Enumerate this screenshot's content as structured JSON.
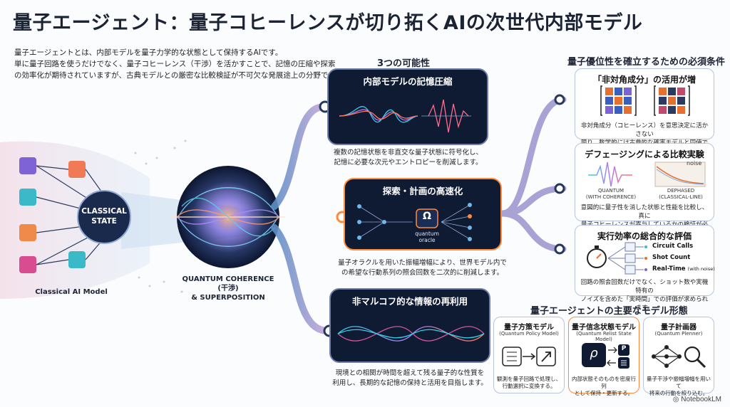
{
  "title": "量子エージェント：量子コヒーレンスが切り拓くAIの次世代内部モデル",
  "intro": [
    "量子エージェントとは、内部モデルを量子力学的な状態として保持するAIです。",
    "単に量子回路を使うだけでなく、量子コヒーレンス（干渉）を活かすことで、記憶の圧縮や探索",
    "の効率化が期待されていますが、古典モデルとの厳密な比較検証が不可欠な発展途上の分野です。"
  ],
  "classical": {
    "node_label_1": "CLASSICAL",
    "node_label_2": "STATE",
    "model_label": "Classical AI Model"
  },
  "quantum": {
    "label_1": "QUANTUM COHERENCE",
    "label_2": "(干渉)",
    "label_3": "& SUPERPOSITION"
  },
  "possibilities": {
    "heading": "3つの可能性",
    "items": [
      {
        "title": "内部モデルの記憶圧縮",
        "caption_1": "複数の記憶状態を非直交な量子状態に符号化し、",
        "caption_2": "記憶に必要な次元やエントロピーを削減します。"
      },
      {
        "title": "探索・計画の高速化",
        "oracle_symbol": "Ω",
        "oracle_1": "quantum",
        "oracle_2": "oracle",
        "caption_1": "量子オラクルを用いた振幅増幅により、世界モデル内で",
        "caption_2": "の希望な行動系列の照会回数を二次的に削減します。"
      },
      {
        "title": "非マルコフ的な情報の再利用",
        "caption_1": "現境との相関が時間を超えて残る量子的な性質を",
        "caption_2": "利用し、長期的な記憶の保持と活用を目指します。"
      }
    ]
  },
  "conditions": {
    "heading": "量子優位性を確立するための必須条件",
    "cards": [
      {
        "title": "「非対角成分」の活用が増",
        "caption_1": "非対角成分（コヒーレンス）を意思決定に活かさない",
        "caption_2": "限り、数学的には古典的な確率モデルと同値です。"
      },
      {
        "title": "デフェージングによる比較実験",
        "noise_label": "noise",
        "quantum_1": "QUANTUM",
        "quantum_2": "(WITH COHERENCE)",
        "dephased_1": "DEPHASED",
        "dephased_2": "(CLASSICAL-LINE)",
        "caption_1": "意図的に量子性を消した状態と性能を比較し、真に",
        "caption_2": "量子コヒーレンスが寄与しているかの検証が必要です。"
      },
      {
        "title": "実行効率の総合的な評価",
        "metrics": [
          "Circuit Calls",
          "Shot Count",
          "Real-Time"
        ],
        "metric_note": "(with noise)",
        "caption_1": "回路の照会回数だけでなく、ショット数や実機特有の",
        "caption_2": "ノイズを含めた「実時間」での評価が求められます。"
      }
    ]
  },
  "models": {
    "heading": "量子エージェントの主要なモデル形態",
    "cards": [
      {
        "title": "量子方策モデル",
        "subtitle": "(Quantum Policy Model)",
        "caption_1": "観測を量子回路で処理し、",
        "caption_2": "行動選択に変換する。"
      },
      {
        "title": "量子信念状態モデル",
        "subtitle": "(Quantum Relist State Model)",
        "symbol": "ρ",
        "mini_symbol": "P",
        "caption_1": "内部状態そのものを密度行列",
        "caption_2": "として保持・更新する。"
      },
      {
        "title": "量子計画器",
        "subtitle": "(Quantum Plenner)",
        "caption_1": "量子干渉や振幅増幅を用いて",
        "caption_2": "将来の行動を絞り込む。"
      }
    ]
  },
  "brand": "NotebookLM",
  "colors": {
    "panel_bg": "#0f1a33",
    "accent_cyan": "#36d1e6",
    "accent_orange": "#ff8a3c",
    "accent_magenta": "#d3569c"
  }
}
